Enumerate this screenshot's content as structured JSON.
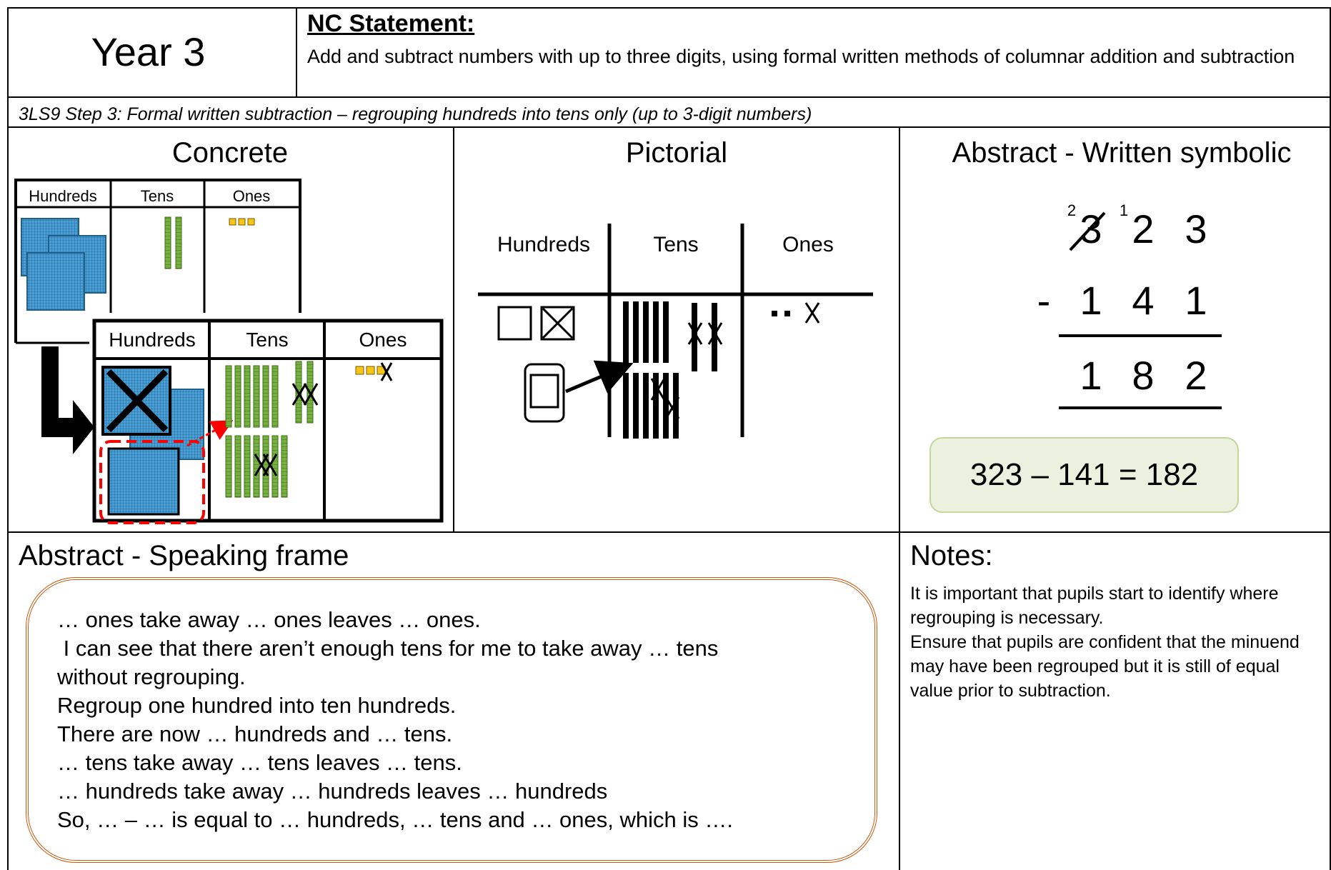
{
  "header": {
    "year": "Year 3",
    "nc_title": "NC Statement:",
    "nc_body": "Add and subtract numbers with up to three digits, using formal written methods of columnar addition and subtraction"
  },
  "step_title": "3LS9 Step 3: Formal written subtraction – regrouping hundreds into tens only (up to 3-digit numbers)",
  "sections": {
    "concrete": "Concrete",
    "pictorial": "Pictorial",
    "abstract_written": "Abstract - Written symbolic",
    "speaking": "Abstract - Speaking frame",
    "notes": "Notes:"
  },
  "columns": {
    "hundreds": "Hundreds",
    "tens": "Tens",
    "ones": "Ones"
  },
  "written": {
    "top_row": [
      "3",
      "2",
      "3"
    ],
    "regroup_marks": [
      "2",
      "1"
    ],
    "minus": "-",
    "subtrahend": [
      "1",
      "4",
      "1"
    ],
    "answer": [
      "1",
      "8",
      "2"
    ],
    "equation": "323 – 141 = 182"
  },
  "speaking_frame": [
    "… ones take away … ones leaves … ones.",
    " I can see that there aren’t enough tens for me to take away … tens",
    "without regrouping.",
    "Regroup one hundred into ten hundreds.",
    "There are now … hundreds and … tens.",
    "… tens take away … tens leaves … tens.",
    "… hundreds take away … hundreds leaves … hundreds",
    "So, … – … is equal to … hundreds, … tens and … ones, which is …."
  ],
  "notes": [
    "It is important that pupils start to identify where regrouping is necessary.",
    "Ensure that pupils are confident that the minuend may have been regrouped but it is still of equal value prior to subtraction."
  ],
  "colors": {
    "hundreds_block": "#4a9fd6",
    "tens_rod": "#77b041",
    "ones_cube": "#f5c518",
    "regroup_arrow": "#ff0000",
    "speaking_border": "#c55a11",
    "equation_fill": "#ebf1de"
  }
}
